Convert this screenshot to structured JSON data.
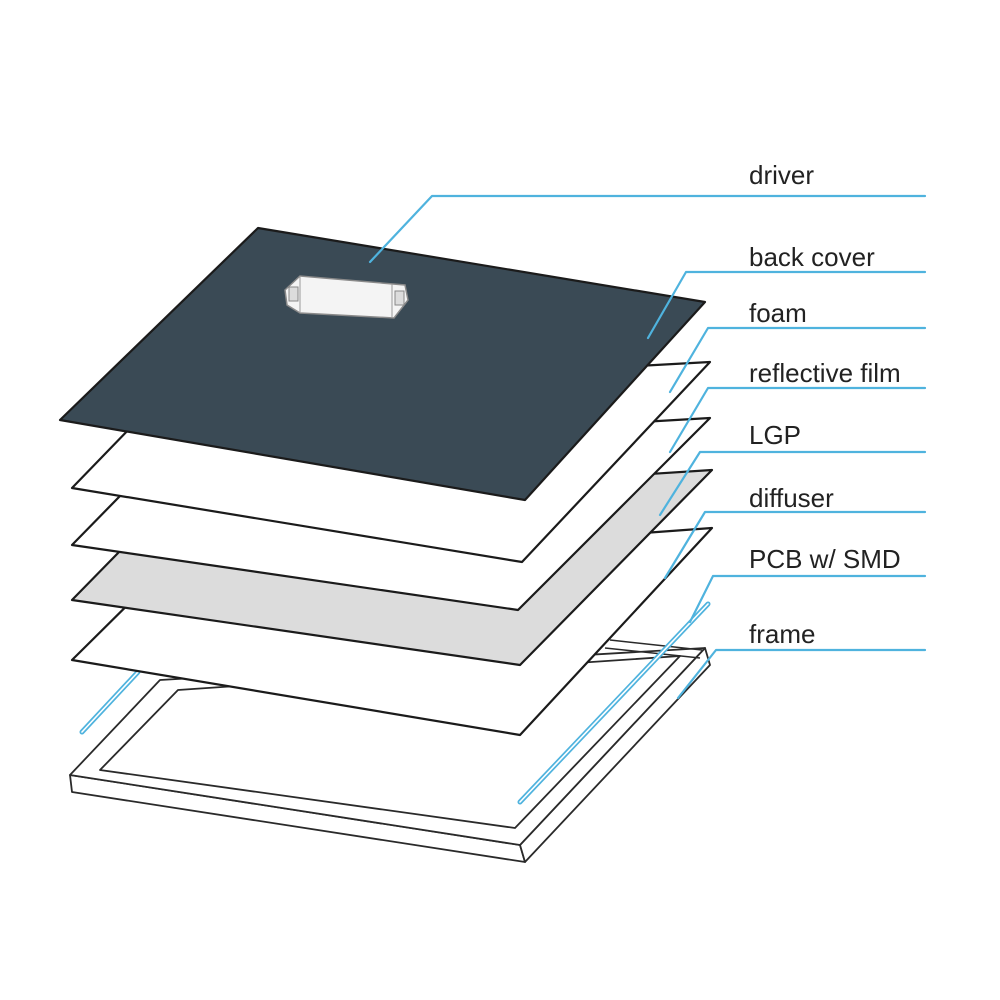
{
  "diagram": {
    "labels": {
      "driver": "driver",
      "back_cover": "back cover",
      "foam": "foam",
      "reflective_film": "reflective film",
      "lgp": "LGP",
      "diffuser": "diffuser",
      "pcb": "PCB w/ SMD",
      "frame": "frame"
    },
    "colors": {
      "leader": "#4fb3de",
      "back_cover": "#3a4a55",
      "sheet": "#ffffff",
      "diffuser": "#dcdcdc",
      "outline": "#1b1b1b"
    }
  }
}
